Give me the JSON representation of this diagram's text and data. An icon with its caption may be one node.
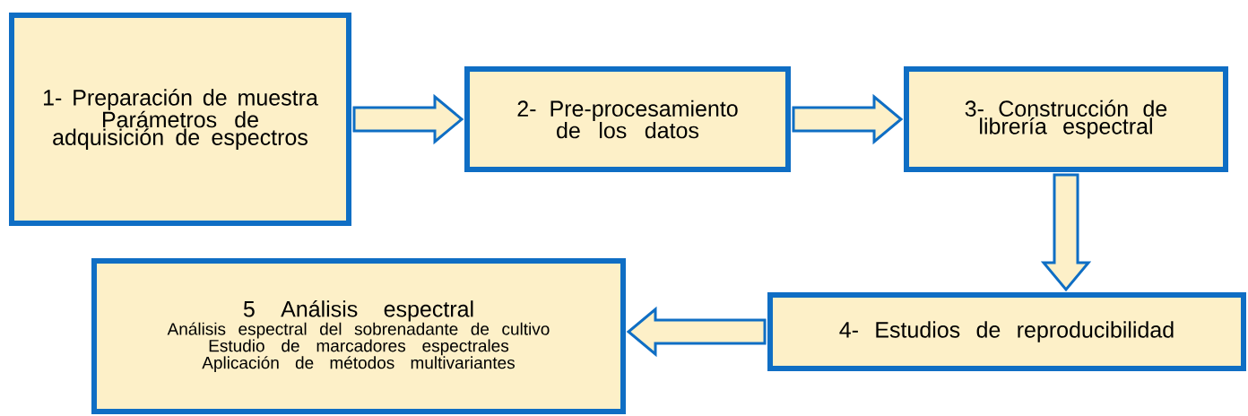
{
  "diagram": {
    "nodes": [
      {
        "text": [
          "1- Preparación de muestra",
          "Parámetros de adquisición de espectros"
        ]
      },
      {
        "text": [
          "2- Pre-procesamiento de los datos"
        ]
      },
      {
        "text": [
          "3- Construcción de librería espectral"
        ]
      },
      {
        "text": [
          "4- Estudios de reproducibilidad"
        ]
      },
      {
        "text": [
          "5 Análisis espectral",
          "Análisis espectral del sobrenadante de cultivo",
          "Estudio de marcadores espectrales",
          "Aplicación de métodos multivariantes"
        ]
      }
    ],
    "edges": [
      {
        "from": 0,
        "to": 1,
        "arrow": "to"
      },
      {
        "from": 1,
        "to": 2,
        "arrow": "to"
      },
      {
        "from": 2,
        "to": 3,
        "arrow": "to"
      },
      {
        "from": 3,
        "to": 4,
        "arrow": "to"
      }
    ]
  }
}
